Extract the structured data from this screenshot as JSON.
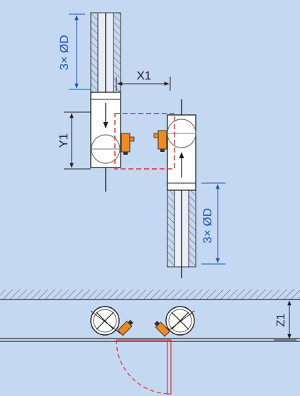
{
  "labels": {
    "top_pipe_dimension": "3× ØD",
    "bottom_pipe_dimension": "3× ØD",
    "offset_x": "X1",
    "offset_y": "Y1",
    "wall_clearance": "Z1"
  },
  "colors": {
    "background": "#c5d8f2",
    "dimension_blue": "#1c56b8",
    "actuator_orange": "#f08a1c",
    "zone_red": "#e03030",
    "line_dark": "#222222",
    "hatch": "#555555"
  }
}
